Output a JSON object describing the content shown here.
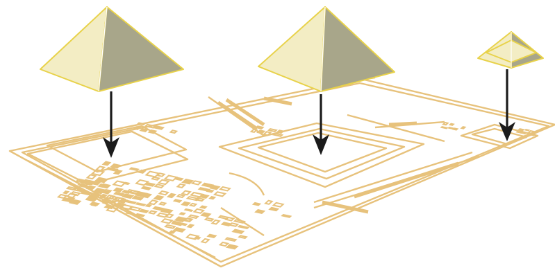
{
  "diagram": {
    "kind": "exploded isometric view: three pyramids lifted above their footprints on a site plan",
    "pyramids": [
      {
        "id": "pyramid-left",
        "size": "large"
      },
      {
        "id": "pyramid-center",
        "size": "large"
      },
      {
        "id": "pyramid-right",
        "size": "small"
      }
    ],
    "arrows": 3
  },
  "colors": {
    "background": "#ffffff",
    "plan_stroke": "#e7c27c",
    "plan_fill": "#e7c27c",
    "pyramid_light_face": "#f3edc4",
    "pyramid_dark_face": "#a8a68a",
    "pyramid_edge": "#e8d24a",
    "arrow": "#1b1b1b"
  }
}
